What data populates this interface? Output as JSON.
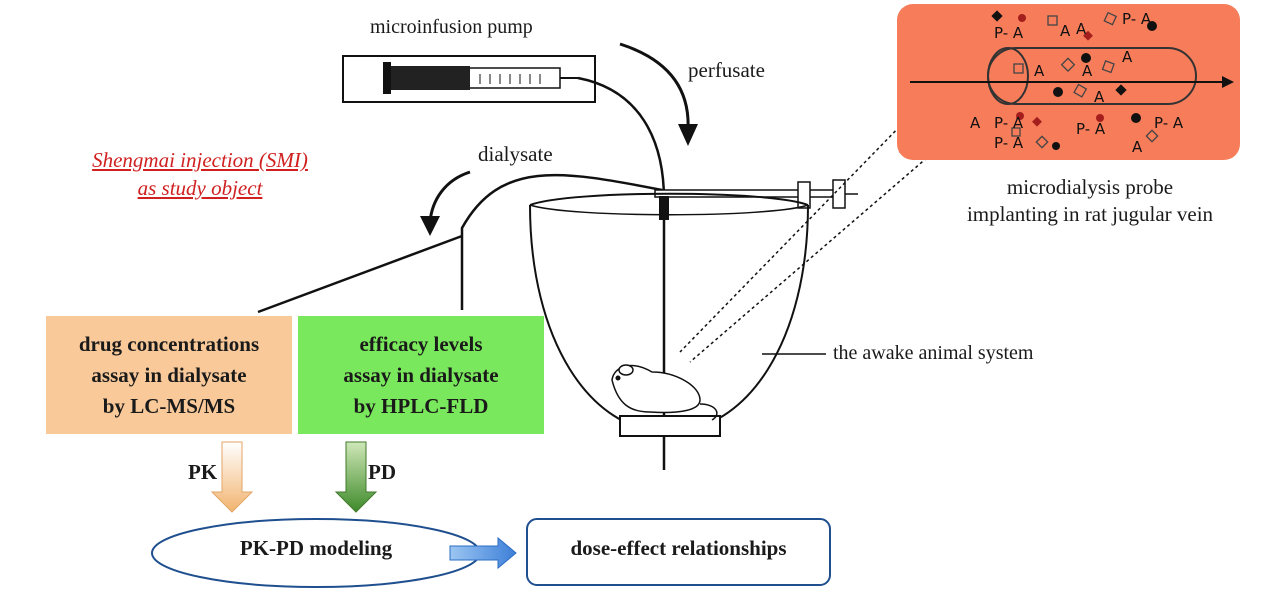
{
  "labels": {
    "pump": "microinfusion pump",
    "perfusate": "perfusate",
    "dialysate": "dialysate",
    "smi_line1": "Shengmai injection (SMI)",
    "smi_line2": "as study object",
    "probe_line1": "microdialysis probe",
    "probe_line2": "implanting in rat jugular vein",
    "animal_system": "the awake animal system"
  },
  "boxes": {
    "pk": {
      "line1": "drug concentrations",
      "line2": "assay in dialysate",
      "line3": "by  LC-MS/MS"
    },
    "pd": {
      "line1": "efficacy levels",
      "line2": "assay in dialysate",
      "line3": "by  HPLC-FLD"
    }
  },
  "arrows": {
    "pk": "PK",
    "pd": "PD"
  },
  "outcome": {
    "model": "PK-PD modeling",
    "result": "dose-effect relationships"
  },
  "inset": {
    "molecule_a": "A",
    "molecule_pa": "P- A"
  },
  "colors": {
    "smi_text": "#d02020",
    "pk_box": "#f9c999",
    "pd_box": "#7ae85c",
    "inset_bg": "#f77d5a",
    "ellipse_border": "#1f4f8f",
    "arrow_fill": "#4a90e2"
  }
}
